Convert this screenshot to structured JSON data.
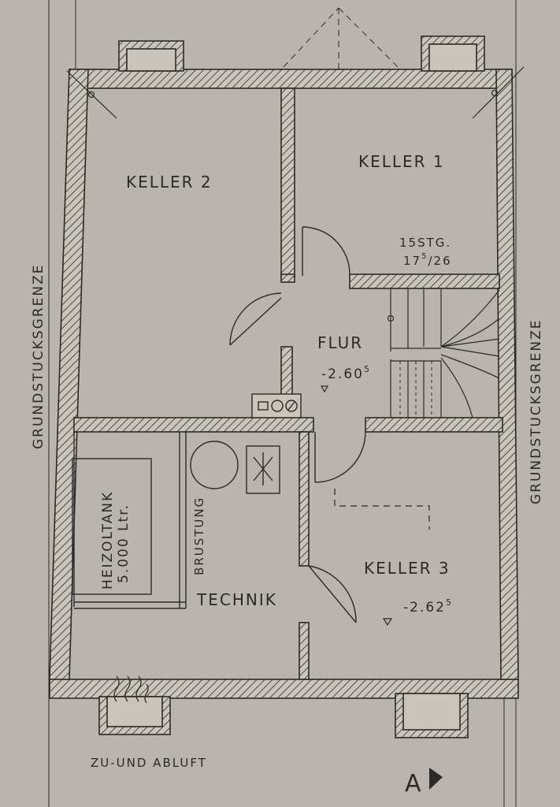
{
  "labels": {
    "keller1": "KELLER 1",
    "keller2": "KELLER 2",
    "keller3": "KELLER 3",
    "flur": "FLUR",
    "technik": "TECHNIK",
    "heizoltank_name": "HEIZOLTANK",
    "heizoltank_capacity": "5.000 Ltr.",
    "brustung": "BRUSTUNG",
    "grundstucksgrenze": "GRUNDSTUCKSGRENZE",
    "zu_und_abluft": "ZU-UND ABLUFT",
    "section_marker": "A"
  },
  "levels": {
    "flur_base": "-2.60",
    "flur_sup": "5",
    "keller3_base": "-2.62",
    "keller3_sup": "5"
  },
  "stairs": {
    "steps_label": "15STG.",
    "rise_base": "17",
    "rise_sup": "5",
    "rise_tread": "/26"
  },
  "colors": {
    "paper": "#b9b5ae",
    "ink": "#2b2a28"
  }
}
